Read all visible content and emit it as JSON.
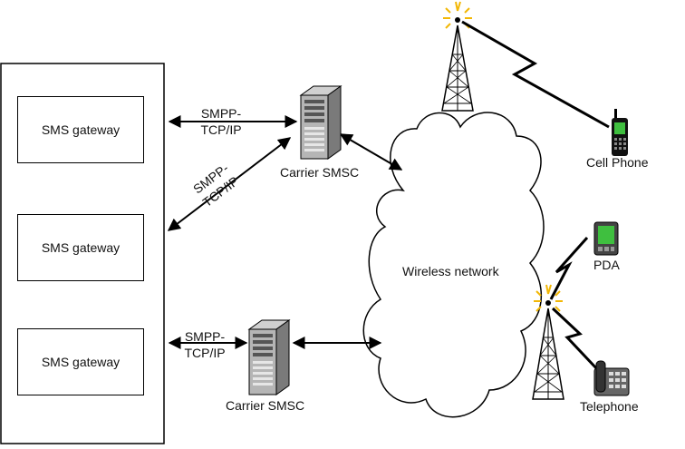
{
  "gateways": [
    {
      "label": "SMS gateway"
    },
    {
      "label": "SMS gateway"
    },
    {
      "label": "SMS gateway"
    }
  ],
  "links": {
    "top": {
      "line1": "SMPP-",
      "line2": "TCP/IP"
    },
    "diagonal": {
      "line1": "SMPP-",
      "line2": "TCP/IP"
    },
    "bottom": {
      "line1": "SMPP-",
      "line2": "TCP/IP"
    }
  },
  "smsc": [
    {
      "label": "Carrier SMSC"
    },
    {
      "label": "Carrier SMSC"
    }
  ],
  "network": {
    "label": "Wireless network"
  },
  "devices": {
    "cell_phone": {
      "label": "Cell Phone",
      "icon": "cell-phone-icon"
    },
    "pda": {
      "label": "PDA",
      "icon": "pda-icon"
    },
    "telephone": {
      "label": "Telephone",
      "icon": "telephone-icon"
    }
  },
  "colors": {
    "line": "#000000",
    "signal": "#f2b705",
    "server": "#9a9a9a",
    "screen_green": "#3fbf3f"
  }
}
